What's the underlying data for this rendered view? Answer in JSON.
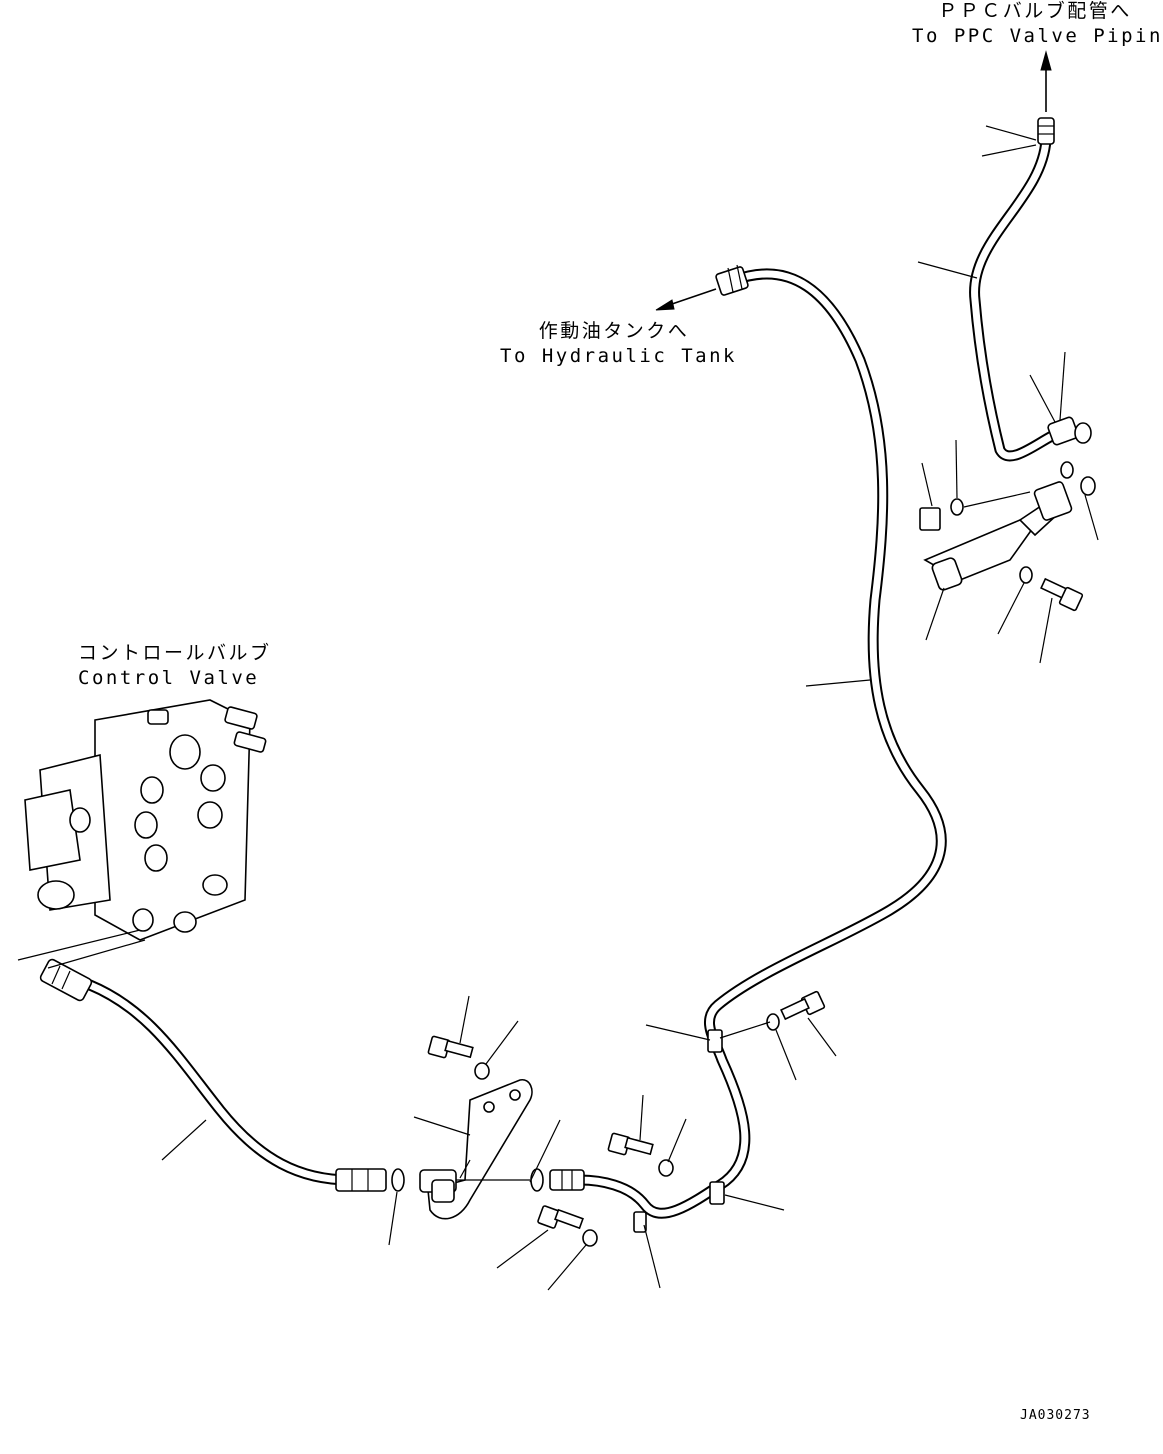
{
  "labels": {
    "ppc_jp": "ＰＰＣバルブ配管へ",
    "ppc_en": "To PPC Valve Piping",
    "tank_jp": "作動油タンクへ",
    "tank_en": "To Hydraulic Tank",
    "valve_jp": "コントロールバルブ",
    "valve_en": "Control Valve"
  },
  "drawing_code": "JA030273"
}
